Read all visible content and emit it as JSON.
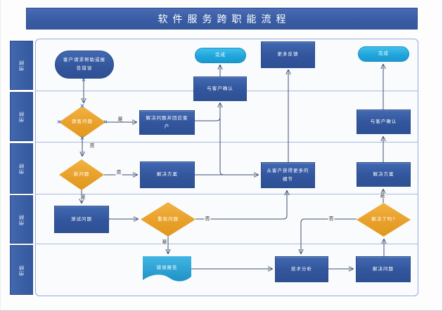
{
  "title": "软件服务跨职能流程",
  "lanes": [
    {
      "label": "职能"
    },
    {
      "label": "职能"
    },
    {
      "label": "职能"
    },
    {
      "label": "职能"
    },
    {
      "label": "职能"
    }
  ],
  "nodes": [
    {
      "id": "start",
      "shape": "terminator",
      "label": "客户请求帮助或报告错误"
    },
    {
      "id": "done-left",
      "shape": "terminator-cyan",
      "label": "完成"
    },
    {
      "id": "more-feedback",
      "shape": "process",
      "label": "更多反馈"
    },
    {
      "id": "done-right",
      "shape": "terminator-cyan",
      "label": "完成"
    },
    {
      "id": "confirm-customer-left",
      "shape": "process",
      "label": "与客户确认"
    },
    {
      "id": "sales-issue",
      "shape": "decision",
      "label": "销售问题"
    },
    {
      "id": "resolve-and-respond",
      "shape": "process",
      "label": "解决问题并回应客户"
    },
    {
      "id": "confirm-customer-right",
      "shape": "process",
      "label": "与客户确认"
    },
    {
      "id": "new-issue",
      "shape": "decision",
      "label": "新问题"
    },
    {
      "id": "solution-left",
      "shape": "process",
      "label": "解决方案"
    },
    {
      "id": "get-more-details",
      "shape": "process",
      "label": "从客户获得更多的细节"
    },
    {
      "id": "solution-right",
      "shape": "process",
      "label": "解决方案"
    },
    {
      "id": "test-issue",
      "shape": "process",
      "label": "测试问题"
    },
    {
      "id": "reproduce-issue",
      "shape": "decision",
      "label": "重现问题"
    },
    {
      "id": "is-solved",
      "shape": "decision",
      "label": "解决了吗?"
    },
    {
      "id": "error-report",
      "shape": "document",
      "label": "错误报告"
    },
    {
      "id": "technical-analysis",
      "shape": "process",
      "label": "技术分析"
    },
    {
      "id": "solve-problem",
      "shape": "process",
      "label": "解决问题"
    }
  ],
  "edge_labels": [
    {
      "text": "是"
    },
    {
      "text": "否"
    },
    {
      "text": "否"
    },
    {
      "text": "是"
    },
    {
      "text": "否"
    },
    {
      "text": "是"
    },
    {
      "text": "否"
    },
    {
      "text": "是"
    }
  ],
  "connection_marker": "×",
  "colors": {
    "title_bar": "#3a5ca4",
    "lane_header": "#35599e",
    "process_fill": "#32559c",
    "terminator_cyan_fill": "#21a5da",
    "decision_fill": "#e79f28",
    "document_fill": "#2fa3d4",
    "connector": "#3d5272",
    "lane_line": "#a6bade",
    "frame_background": "#fafbfd"
  }
}
